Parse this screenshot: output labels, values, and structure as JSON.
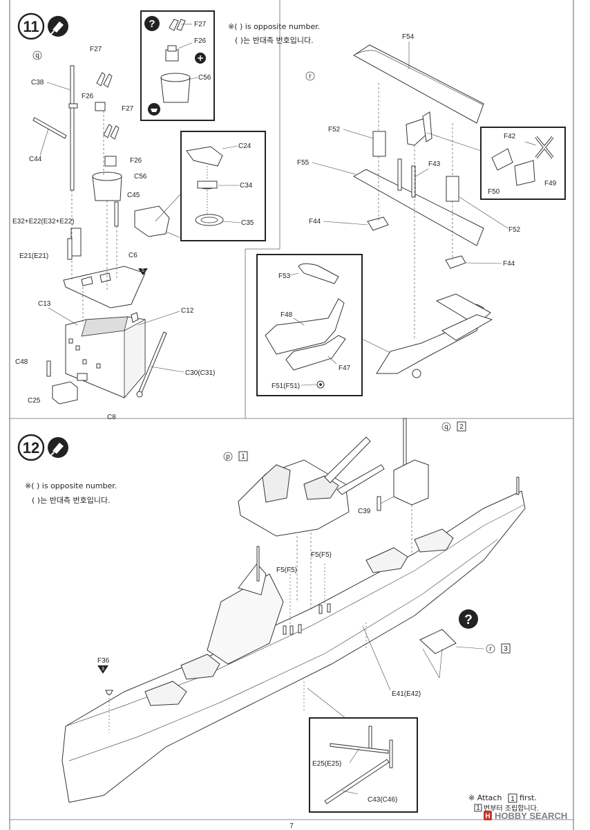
{
  "steps": [
    {
      "number": "11",
      "action_icon": "glue-icon"
    },
    {
      "number": "12",
      "action_icon": "glue-icon"
    }
  ],
  "step11": {
    "note_en": "※( ) is opposite number.",
    "note_ko": "( )는 반대측 번호입니다.",
    "ref_q": "q",
    "ref_r": "r",
    "inset_icon": "question-mark-icon",
    "inset_labels": [
      "F27",
      "F26",
      "C56"
    ],
    "mast_labels": [
      "C38",
      "F27",
      "F26",
      "F27",
      "C44",
      "F26",
      "C56",
      "C45",
      "E32+E22(E32+E22)",
      "E21(E21)",
      "C6",
      "5",
      "C13",
      "C12",
      "C48",
      "C30(C31)",
      "C25",
      "C8"
    ],
    "turret_labels": [
      "C24",
      "C34",
      "C35"
    ],
    "aircraft_labels": [
      "F54",
      "F52",
      "F55",
      "F43",
      "F44",
      "F52",
      "F44"
    ],
    "prop_labels": [
      "F42",
      "F50",
      "F49"
    ],
    "float_labels": [
      "F53",
      "F48",
      "F47",
      "F51(F51)"
    ]
  },
  "step12": {
    "note_en": "※( ) is opposite number.",
    "note_ko": "( )는 반대측 번호입니다.",
    "ref_p": "p",
    "ref_p_box": "1",
    "ref_q": "q",
    "ref_q_box": "2",
    "ref_r": "r",
    "ref_r_box": "3",
    "labels": [
      "C39",
      "F5(F5)",
      "F5(F5)",
      "F36",
      "3",
      "E41(E42)"
    ],
    "detail_labels": [
      "E25(E25)",
      "C43(C46)"
    ],
    "attach_en": "※ Attach",
    "attach_box": "1",
    "attach_first": "first.",
    "attach_ko": "번부터 조립합니다."
  },
  "footer": {
    "page_number": "7",
    "watermark": "HOBBY SEARCH"
  }
}
